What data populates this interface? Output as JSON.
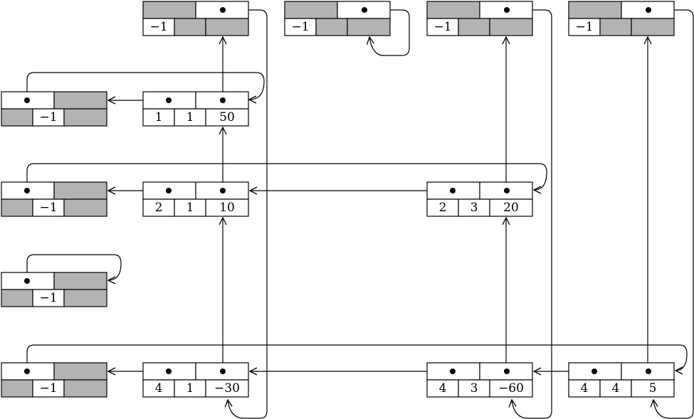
{
  "colors": {
    "line": "#000000",
    "shade": "#b3b3b3",
    "background": "#ffffff"
  },
  "header_cells": [
    {
      "col": 1,
      "top": "",
      "bottom": "−1"
    },
    {
      "col": 2,
      "top": "",
      "bottom": "−1"
    },
    {
      "col": 3,
      "top": "",
      "bottom": "−1"
    },
    {
      "col": 4,
      "top": "",
      "bottom": "−1"
    }
  ],
  "row_headers": [
    {
      "row": 1,
      "value": "−1"
    },
    {
      "row": 2,
      "value": "−1"
    },
    {
      "row": 3,
      "value": "−1"
    },
    {
      "row": 4,
      "value": "−1"
    }
  ],
  "nodes": [
    {
      "row": 1,
      "col": 1,
      "values": [
        "1",
        "1",
        "50"
      ]
    },
    {
      "row": 2,
      "col": 1,
      "values": [
        "2",
        "1",
        "10"
      ]
    },
    {
      "row": 2,
      "col": 3,
      "values": [
        "2",
        "3",
        "20"
      ]
    },
    {
      "row": 4,
      "col": 1,
      "values": [
        "4",
        "1",
        "−30"
      ]
    },
    {
      "row": 4,
      "col": 3,
      "values": [
        "4",
        "3",
        "−60"
      ]
    },
    {
      "row": 4,
      "col": 4,
      "values": [
        "4",
        "4",
        "5"
      ]
    }
  ]
}
